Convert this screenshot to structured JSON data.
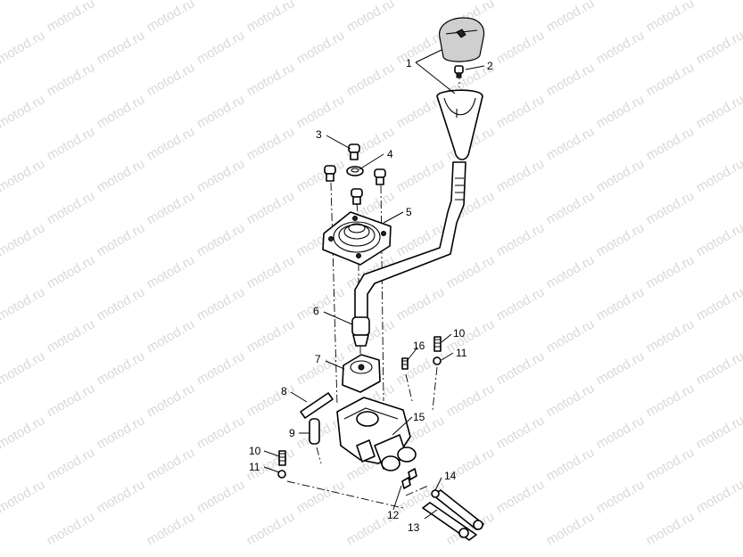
{
  "watermark": {
    "text": "motod.ru"
  },
  "callouts": [
    {
      "id": "1",
      "label": "1"
    },
    {
      "id": "2",
      "label": "2"
    },
    {
      "id": "3",
      "label": "3"
    },
    {
      "id": "4",
      "label": "4"
    },
    {
      "id": "5",
      "label": "5"
    },
    {
      "id": "6",
      "label": "6"
    },
    {
      "id": "7",
      "label": "7"
    },
    {
      "id": "8",
      "label": "8"
    },
    {
      "id": "9",
      "label": "9"
    },
    {
      "id": "10a",
      "label": "10"
    },
    {
      "id": "11a",
      "label": "11"
    },
    {
      "id": "10b",
      "label": "10"
    },
    {
      "id": "11b",
      "label": "11"
    },
    {
      "id": "12",
      "label": "12"
    },
    {
      "id": "13",
      "label": "13"
    },
    {
      "id": "14",
      "label": "14"
    },
    {
      "id": "15",
      "label": "15"
    },
    {
      "id": "16",
      "label": "16"
    }
  ]
}
